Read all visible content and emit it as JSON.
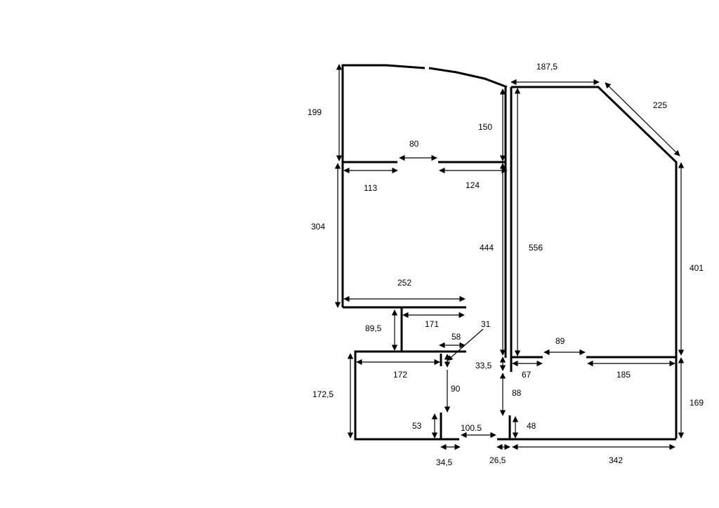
{
  "diagram": {
    "dimensions": {
      "d199": "199",
      "d150": "150",
      "d187_5": "187,5",
      "d225": "225",
      "d80": "80",
      "d113": "113",
      "d124": "124",
      "d304": "304",
      "d444": "444",
      "d556": "556",
      "d401": "401",
      "d252": "252",
      "d89_5": "89,5",
      "d171": "171",
      "d31": "31",
      "d58": "58",
      "d89": "89",
      "d172": "172",
      "d33_5": "33,5",
      "d67": "67",
      "d185": "185",
      "d90": "90",
      "d88": "88",
      "d172_5": "172,5",
      "d169": "169",
      "d53": "53",
      "d100_5": "100.5",
      "d48": "48",
      "d34_5": "34,5",
      "d26_5": "26,5",
      "d342": "342"
    }
  }
}
